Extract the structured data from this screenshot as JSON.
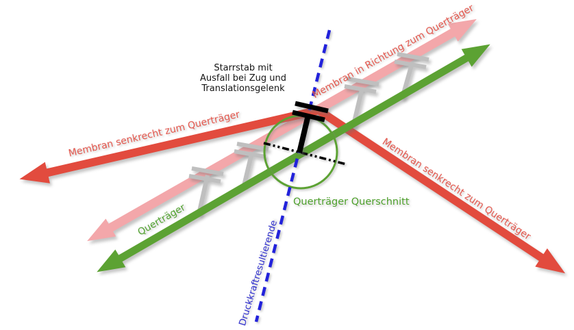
{
  "diagram": {
    "rigid_rod_note": {
      "line1": "Starrstab mit",
      "line2": "Ausfall bei Zug und",
      "line3": "Translationsgelenk"
    },
    "arrow_labels": {
      "membrane_perpendicular_left": "Membran senkrecht zum Querträger",
      "membrane_perpendicular_right": "Membran senkrecht zum Querträger",
      "membrane_in_direction": "Membran in Richtung zum Querträger",
      "crossbeam": "Querträger",
      "crossbeam_cross_section": "Querträger Querschnitt",
      "compression_resultant": "Druckkraftresultierende"
    },
    "colors": {
      "red": "#E24B3E",
      "red_text": "#E25349",
      "pink": "#F3A7AA",
      "green": "#5CA233",
      "green_text": "#4EA02C",
      "blue": "#2222DB",
      "blue_text": "#2A2ACC",
      "gray": "#BFBFBF",
      "black": "#000000"
    }
  }
}
